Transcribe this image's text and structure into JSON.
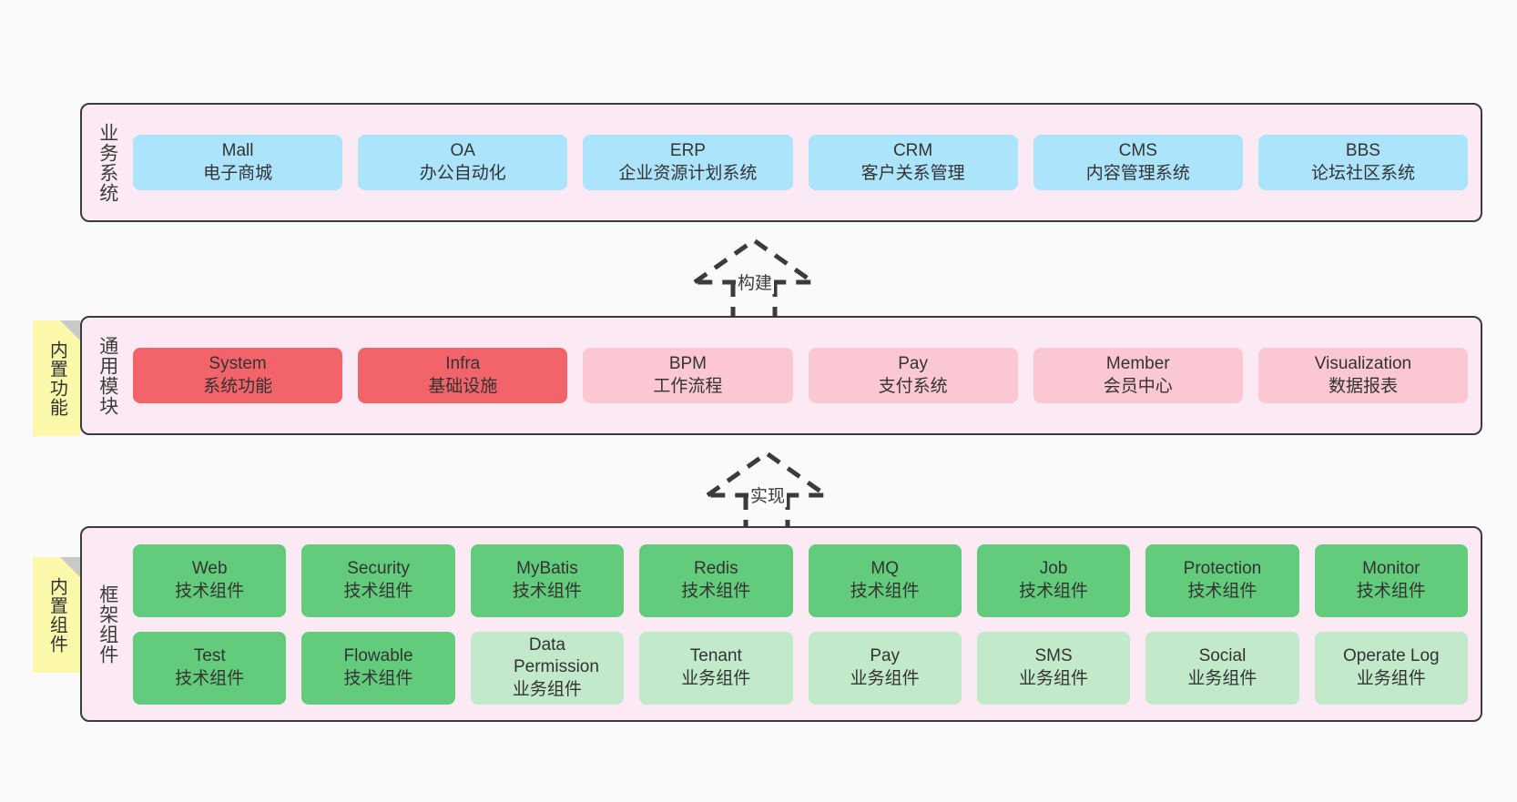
{
  "diagram": {
    "background": "#fafafa",
    "colors": {
      "layer_bg": "#fbeaf4",
      "layer_border": "#3b3b3b",
      "business_card": "#ace4fc",
      "module_core": "#f2646a",
      "module_optional": "#fbc7d2",
      "component_tech": "#63cc7c",
      "component_business": "#c2e9c9",
      "note_bg": "#fbf8a9",
      "note_fold": "#c9c9c9"
    }
  },
  "layers": {
    "business": {
      "title": "业务系统",
      "cards": [
        {
          "name": "Mall",
          "desc": "电子商城"
        },
        {
          "name": "OA",
          "desc": "办公自动化"
        },
        {
          "name": "ERP",
          "desc": "企业资源计划系统"
        },
        {
          "name": "CRM",
          "desc": "客户关系管理"
        },
        {
          "name": "CMS",
          "desc": "内容管理系统"
        },
        {
          "name": "BBS",
          "desc": "论坛社区系统"
        }
      ]
    },
    "modules": {
      "title": "通用模块",
      "note": "内置功能",
      "cards": [
        {
          "name": "System",
          "desc": "系统功能",
          "style": "c-red"
        },
        {
          "name": "Infra",
          "desc": "基础设施",
          "style": "c-red"
        },
        {
          "name": "BPM",
          "desc": "工作流程",
          "style": "c-pink"
        },
        {
          "name": "Pay",
          "desc": "支付系统",
          "style": "c-pink"
        },
        {
          "name": "Member",
          "desc": "会员中心",
          "style": "c-pink"
        },
        {
          "name": "Visualization",
          "desc": "数据报表",
          "style": "c-pink"
        }
      ]
    },
    "framework": {
      "title": "框架组件",
      "note": "内置组件",
      "row1": [
        {
          "name": "Web",
          "desc": "技术组件",
          "style": "c-green"
        },
        {
          "name": "Security",
          "desc": "技术组件",
          "style": "c-green"
        },
        {
          "name": "MyBatis",
          "desc": "技术组件",
          "style": "c-green"
        },
        {
          "name": "Redis",
          "desc": "技术组件",
          "style": "c-green"
        },
        {
          "name": "MQ",
          "desc": "技术组件",
          "style": "c-green"
        },
        {
          "name": "Job",
          "desc": "技术组件",
          "style": "c-green"
        },
        {
          "name": "Protection",
          "desc": "技术组件",
          "style": "c-green"
        },
        {
          "name": "Monitor",
          "desc": "技术组件",
          "style": "c-green"
        }
      ],
      "row2": [
        {
          "name": "Test",
          "desc": "技术组件",
          "style": "c-green"
        },
        {
          "name": "Flowable",
          "desc": "技术组件",
          "style": "c-green"
        },
        {
          "name": "Data Permission",
          "desc": "业务组件",
          "style": "c-lightgreen"
        },
        {
          "name": "Tenant",
          "desc": "业务组件",
          "style": "c-lightgreen"
        },
        {
          "name": "Pay",
          "desc": "业务组件",
          "style": "c-lightgreen"
        },
        {
          "name": "SMS",
          "desc": "业务组件",
          "style": "c-lightgreen"
        },
        {
          "name": "Social",
          "desc": "业务组件",
          "style": "c-lightgreen"
        },
        {
          "name": "Operate Log",
          "desc": "业务组件",
          "style": "c-lightgreen"
        }
      ]
    }
  },
  "connectors": [
    {
      "label": "构建"
    },
    {
      "label": "实现"
    }
  ]
}
